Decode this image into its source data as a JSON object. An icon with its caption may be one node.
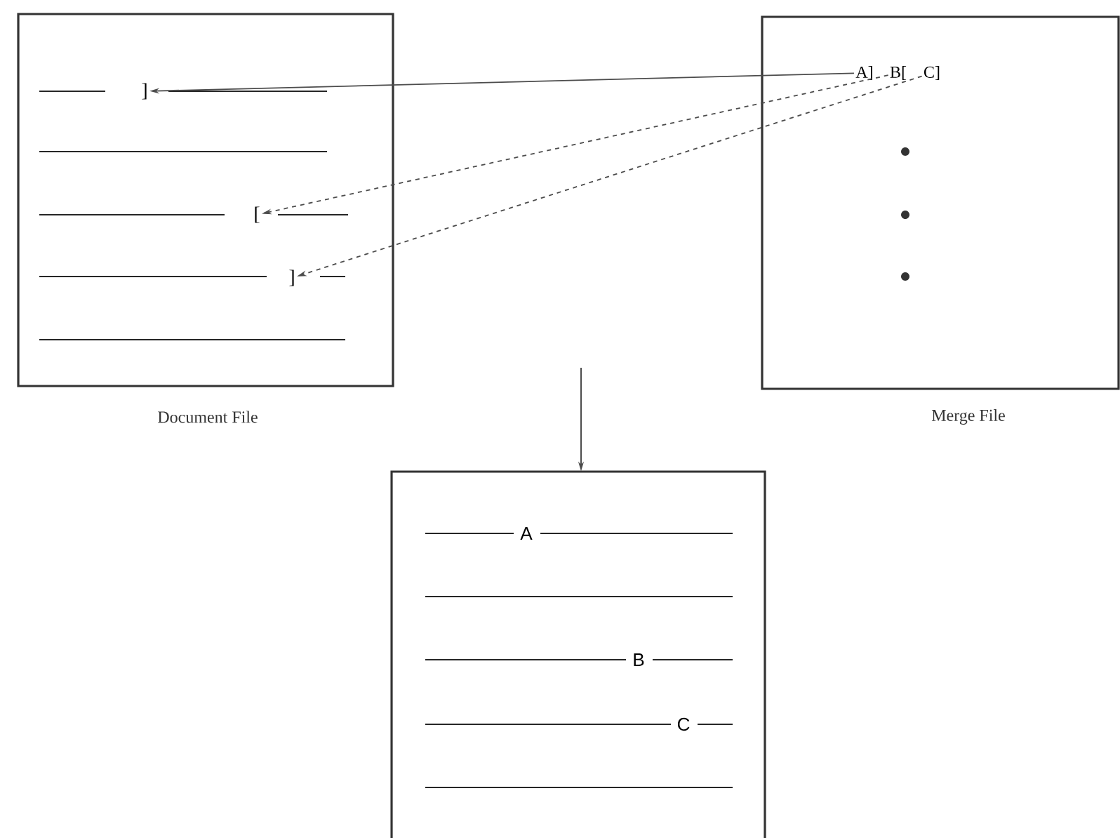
{
  "diagram": {
    "nodes": [
      {
        "text": [
          "Document File"
        ]
      },
      {
        "text": [
          "Merge File"
        ]
      },
      {
        "text": [],
        "shape": "box"
      },
      {
        "text": [
          "]"
        ],
        "in": 0
      },
      {
        "text": [
          "["
        ],
        "in": 0
      },
      {
        "text": [
          "]"
        ],
        "in": 0
      },
      {
        "text": [
          "A]"
        ],
        "in": 1
      },
      {
        "text": [
          "B["
        ],
        "in": 1
      },
      {
        "text": [
          "C]"
        ],
        "in": 1
      },
      {
        "text": [
          "A"
        ],
        "in": 2
      },
      {
        "text": [
          "B"
        ],
        "in": 2
      },
      {
        "text": [
          "C"
        ],
        "in": 2
      }
    ],
    "edges": [
      {
        "from": 6,
        "to": 3,
        "arrow": "to"
      },
      {
        "from": 7,
        "to": 4,
        "arrow": "to",
        "style": "dashed"
      },
      {
        "from": 8,
        "to": 5,
        "arrow": "to",
        "style": "dashed"
      },
      {
        "from": null,
        "to": 2,
        "arrow": "to"
      }
    ]
  }
}
